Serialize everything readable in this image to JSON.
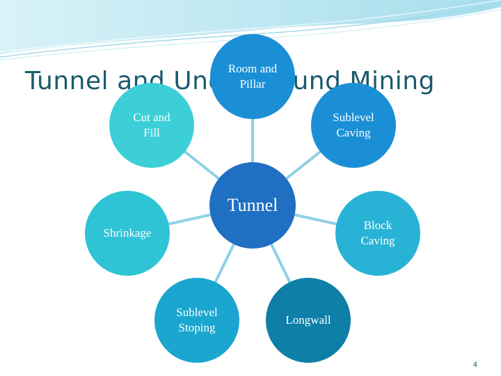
{
  "slide": {
    "title": "Tunnel and Underground Mining",
    "page_number": "4"
  },
  "diagram": {
    "center": {
      "label": "Tunnel",
      "color": "#1f6fc2"
    },
    "spokes": [
      {
        "id": "room-and-pillar",
        "lines": [
          "Room and",
          "Pillar"
        ],
        "color": "#1a8fd6"
      },
      {
        "id": "sublevel-caving",
        "lines": [
          "Sublevel",
          "Caving"
        ],
        "color": "#1a8fd6"
      },
      {
        "id": "block-caving",
        "lines": [
          "Block",
          "Caving"
        ],
        "color": "#28b3d6"
      },
      {
        "id": "longwall",
        "lines": [
          "Longwall"
        ],
        "color": "#0e7fa6"
      },
      {
        "id": "sublevel-stoping",
        "lines": [
          "Sublevel",
          "Stoping"
        ],
        "color": "#1aa6cf"
      },
      {
        "id": "shrinkage",
        "lines": [
          "Shrinkage"
        ],
        "color": "#2fc3d6"
      },
      {
        "id": "cut-and-fill",
        "lines": [
          "Cut and",
          "Fill"
        ],
        "color": "#3ccfd8"
      }
    ],
    "connector_color": "#8fd0e6"
  }
}
